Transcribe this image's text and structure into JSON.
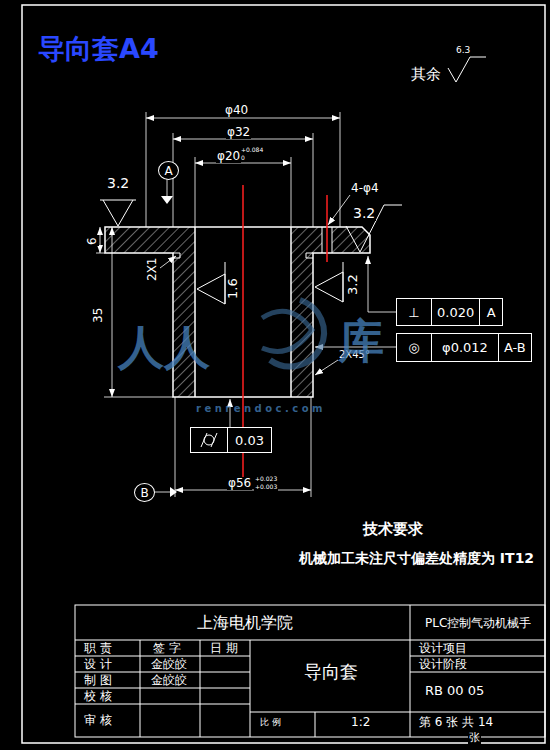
{
  "diagram": {
    "title": "导向套A4",
    "nodes": [
      {
        "text": [
          "⊥",
          "0.020",
          "A"
        ]
      },
      {
        "text": [
          "◎",
          "φ0.012",
          "A-B"
        ]
      },
      {
        "text": [
          "0.03"
        ]
      },
      {
        "text": [
          "A"
        ]
      },
      {
        "text": [
          "B"
        ]
      }
    ],
    "labels": [
      "其余",
      "6.3",
      "φ40",
      "φ32",
      "φ20",
      "+0.084",
      "0",
      "3.2",
      "6",
      "2X1",
      "35",
      "1.6",
      "4-φ4",
      "3.2",
      "3.2",
      "2X45°",
      "φ56",
      "+0.023",
      "+0.003",
      "技术要求",
      "机械加工未注尺寸偏差处精度为 IT12",
      "上海电机学院",
      "PLC控制气动机械手",
      "职 责",
      "签 字",
      "日 期",
      "设 计",
      "金皎皎",
      "制 图",
      "金皎皎",
      "校 核",
      "审 核",
      "导向套",
      "设计项目",
      "设计阶段",
      "RB 00 05",
      "比 例",
      "1:2",
      "第 6 张 共 14",
      "张",
      "人人",
      "库",
      "r e n r e n d o c . c o m"
    ]
  }
}
